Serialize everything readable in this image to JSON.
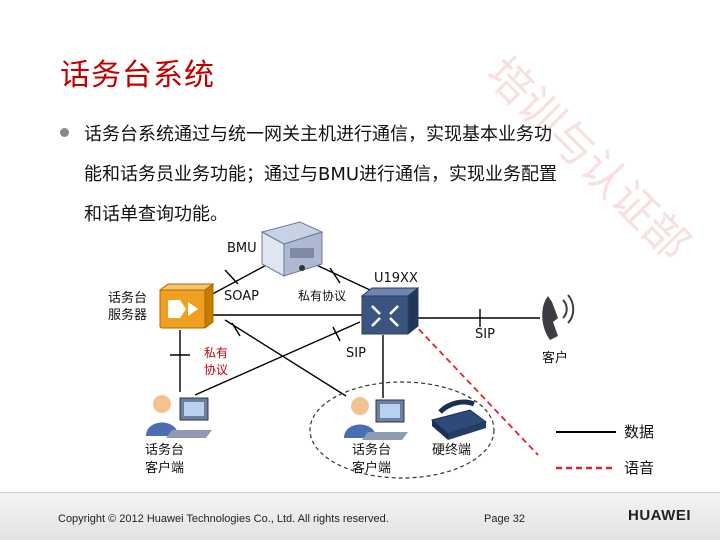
{
  "title": "话务台系统",
  "watermark": "培训与认证部",
  "bullet_lines": [
    "话务台系统通过与统一网关主机进行通信，实现基本业务功",
    "能和话务员业务功能；通过与BMU进行通信，实现业务配置",
    "和话单查询功能。"
  ],
  "nodes": {
    "bmu": "BMU",
    "u19": "U19XX",
    "server": [
      "话务台",
      "服务器"
    ],
    "client_left": [
      "话务台",
      "客户端"
    ],
    "client_mid": [
      "话务台",
      "客户端"
    ],
    "hard_terminal": "硬终端",
    "customer": "客户"
  },
  "links": {
    "soap": "SOAP",
    "private_top": "私有协议",
    "private_left": [
      "私有",
      "协议"
    ],
    "sip_mid": "SIP",
    "sip_right": "SIP"
  },
  "legend": {
    "data": "数据",
    "voice": "语音"
  },
  "colors": {
    "title": "#c00000",
    "voice_line": "#e0202a",
    "data_line": "#000000",
    "switch": "#3a5580"
  },
  "footer": {
    "copyright": "Copyright © 2012 Huawei Technologies Co., Ltd. All rights reserved.",
    "page": "Page 32",
    "brand": "HUAWEI"
  }
}
